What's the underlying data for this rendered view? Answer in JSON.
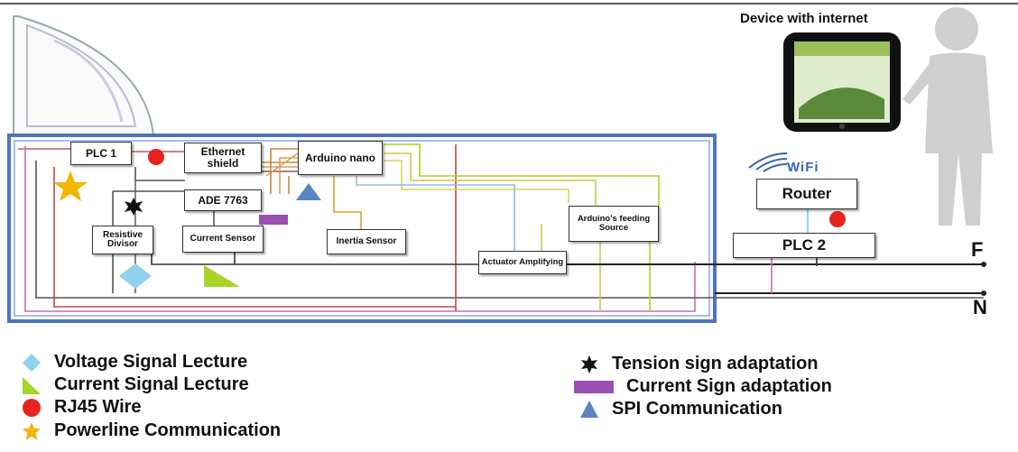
{
  "device": {
    "label": "Device with internet"
  },
  "wifi": {
    "label": "WiFi"
  },
  "boxes": {
    "plc1": "PLC 1",
    "ethernet": "Ethernet shield",
    "arduino_nano": "Arduino nano",
    "ade": "ADE 7763",
    "resistive": "Resistive Divisor",
    "current_sensor": "Current Sensor",
    "inertia": "Inertia Sensor",
    "actuator": "Actuator Amplifying",
    "feeding": "Arduino's feeding Source",
    "router": "Router",
    "plc2": "PLC 2"
  },
  "lines": {
    "f": "F",
    "n": "N"
  },
  "legend": {
    "voltage": "Voltage Signal Lecture",
    "current": "Current Signal Lecture",
    "rj45": "RJ45 Wire",
    "powerline": "Powerline Communication",
    "tension": "Tension sign adaptation",
    "current_sign": "Current Sign adaptation",
    "spi": "SPI Communication"
  },
  "colors": {
    "panel_border": "#5b7fc4",
    "rj45": "#e8231f",
    "star": "#f4b400",
    "voltage": "#8fd3ee",
    "current": "#a8d428",
    "purple": "#9b4fb0",
    "spi": "#5b86c4",
    "wifi_blue": "#3a63b8"
  }
}
